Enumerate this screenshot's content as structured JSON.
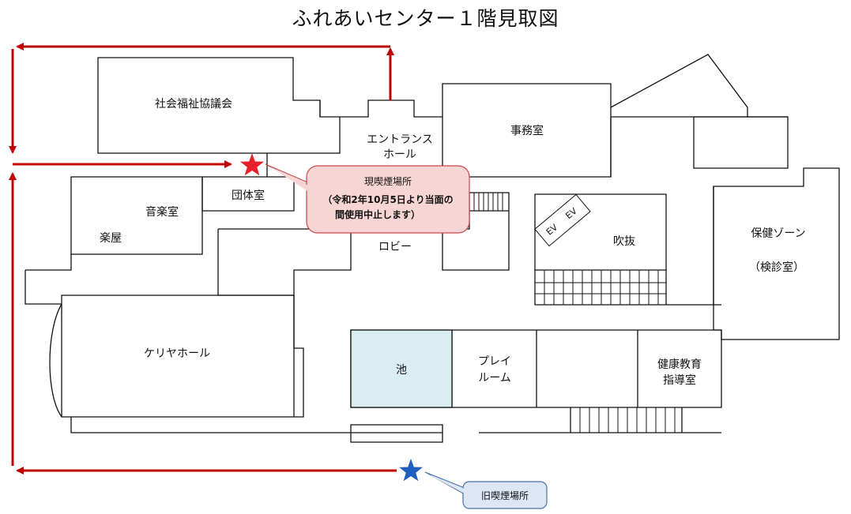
{
  "title": "ふれあいセンター１階見取図",
  "rooms": {
    "shakai_fukushi": "社会福祉協議会",
    "entrance_line1": "エントランス",
    "entrance_line2": "ホール",
    "jimushitsu": "事務室",
    "dantaishitsu": "団体室",
    "ongakushitsu": "音楽室",
    "gakuya": "楽屋",
    "lobby": "ロビー",
    "fukinuke": "吹抜",
    "hoken_zone": "保健ゾーン",
    "kenshinshitsu": "（検診室）",
    "keriya_hall": "ケリヤホール",
    "ike": "池",
    "play_room_line1": "プレイ",
    "play_room_line2": "ルーム",
    "kenko_line1": "健康教育",
    "kenko_line2": "指導室",
    "ev1": "EV",
    "ev2": "EV"
  },
  "callouts": {
    "current": {
      "line1": "現喫煙場所",
      "line2": "（令和2年10月5日より当面の",
      "line3": "間使用中止します）"
    },
    "old": {
      "line1": "旧喫煙場所"
    }
  },
  "colors": {
    "route_arrow": "#c00000",
    "current_star": "#e8202a",
    "old_star": "#1f5fbf",
    "current_callout_fill": "#f7d5d5",
    "current_callout_border": "#c8484a",
    "old_callout_fill": "#dde6f5",
    "old_callout_border": "#4a6fa8",
    "pond_fill": "#d9edf2"
  },
  "icons": {
    "current_location": "red-star-icon",
    "old_location": "blue-star-icon"
  }
}
